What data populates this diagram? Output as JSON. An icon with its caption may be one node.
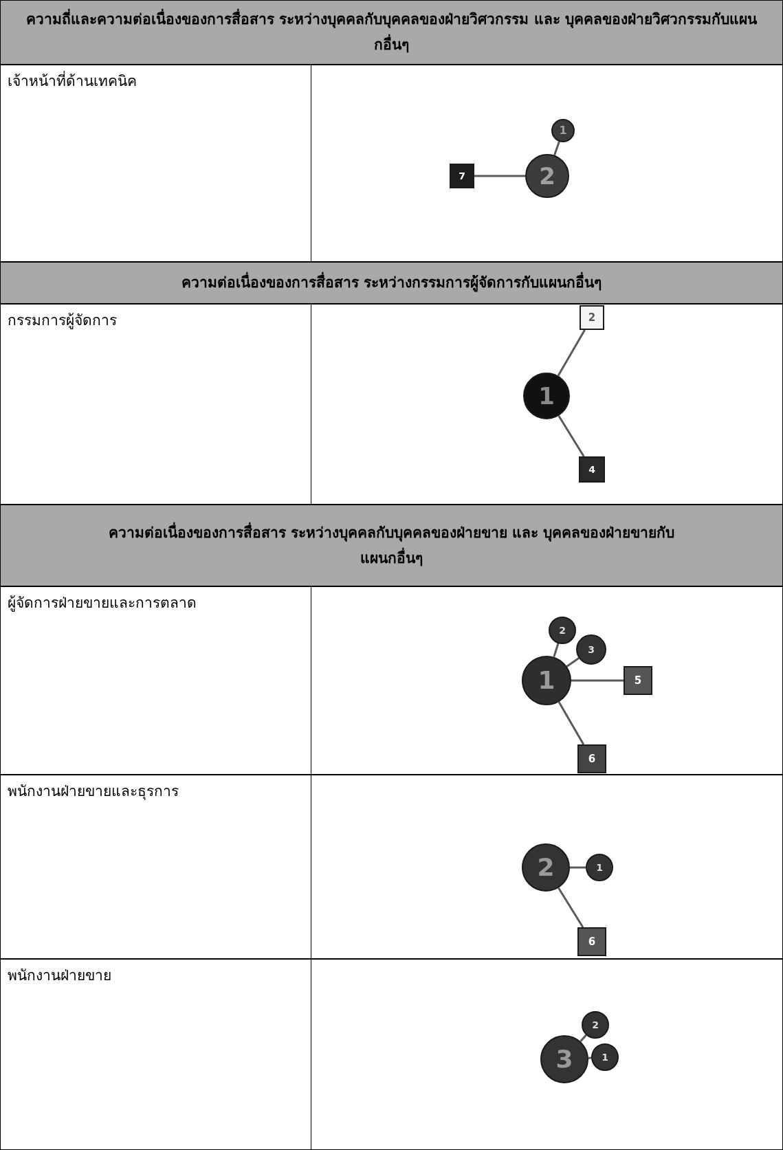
{
  "diagram": {
    "nodes": [
      {
        "text": [
          "7"
        ]
      },
      {
        "text": [
          "2"
        ]
      },
      {
        "text": [
          "1"
        ]
      },
      {
        "text": [
          "2"
        ]
      },
      {
        "text": [
          "1"
        ]
      },
      {
        "text": [
          "4"
        ]
      },
      {
        "text": [
          "2"
        ]
      },
      {
        "text": [
          "3"
        ]
      },
      {
        "text": [
          "1"
        ]
      },
      {
        "text": [
          "5"
        ]
      },
      {
        "text": [
          "6"
        ]
      },
      {
        "text": [
          "2"
        ]
      },
      {
        "text": [
          "1"
        ]
      },
      {
        "text": [
          "6"
        ]
      },
      {
        "text": [
          "2"
        ]
      },
      {
        "text": [
          "3"
        ]
      },
      {
        "text": [
          "1"
        ]
      }
    ],
    "edges": [
      {
        "from": 0,
        "to": 1,
        "arrow": "none"
      },
      {
        "from": 1,
        "to": 2,
        "arrow": "none"
      },
      {
        "from": 3,
        "to": 4,
        "arrow": "none"
      },
      {
        "from": 4,
        "to": 5,
        "arrow": "none"
      },
      {
        "from": 8,
        "to": 6,
        "arrow": "none"
      },
      {
        "from": 8,
        "to": 7,
        "arrow": "none"
      },
      {
        "from": 8,
        "to": 9,
        "arrow": "none"
      },
      {
        "from": 8,
        "to": 10,
        "arrow": "none"
      },
      {
        "from": 11,
        "to": 12,
        "arrow": "none"
      },
      {
        "from": 11,
        "to": 13,
        "arrow": "none"
      },
      {
        "from": 15,
        "to": 14,
        "arrow": "none"
      },
      {
        "from": 15,
        "to": 16,
        "arrow": "none"
      }
    ],
    "labels": [
      "ความถี่และความต่อเนื่องของการสื่อสาร ระหว่างบุคคลกับบุคคลของฝ่ายวิศวกรรม และ บุคคลของฝ่ายวิศวกรรมกับแผนกอื่นๆ",
      "เจ้าหน้าที่ด้านเทคนิค",
      "ความต่อเนื่องของการสื่อสาร ระหว่างกรรมการผู้จัดการกับแผนกอื่นๆ",
      "กรรมการผู้จัดการ",
      "ความต่อเนื่องของการสื่อสาร ระหว่างบุคคลกับบุคคลของฝ่ายขาย และ บุคคลของฝ่ายขายกับแผนกอื่นๆ",
      "ผู้จัดการฝ่ายขายและการตลาด",
      "พนักงานฝ่ายขายและธุรการ",
      "พนักงานฝ่ายขาย"
    ]
  }
}
